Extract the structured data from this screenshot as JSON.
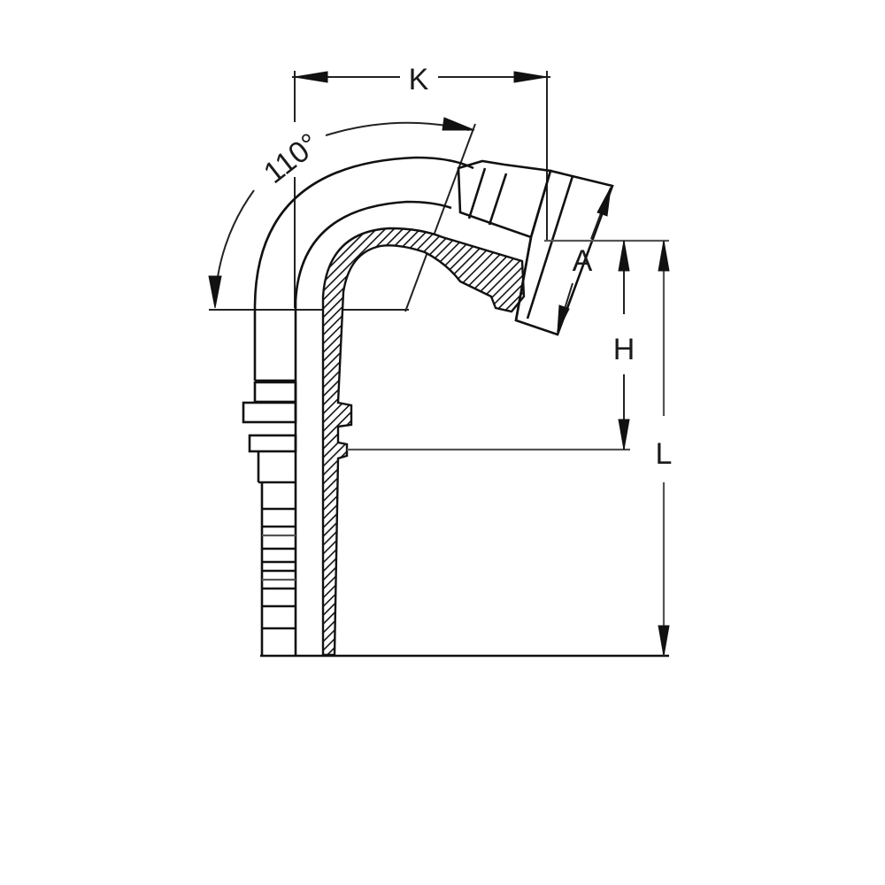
{
  "drawing": {
    "type": "technical-drawing",
    "subject": "110-degree bent hose fitting (cross-section)",
    "angle_label": "110°",
    "dimensions": {
      "K": "K",
      "A": "A",
      "H": "H",
      "L": "L"
    },
    "colors": {
      "line": "#111111",
      "background": "#ffffff"
    }
  }
}
